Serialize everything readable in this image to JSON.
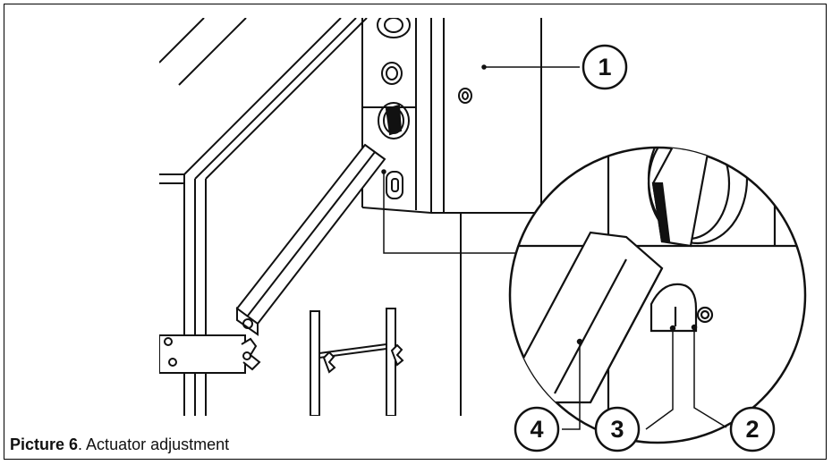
{
  "figure": {
    "caption_label": "Picture 6",
    "caption_text": ". Actuator adjustment"
  },
  "callouts": [
    {
      "number": "1"
    },
    {
      "number": "2"
    },
    {
      "number": "3"
    },
    {
      "number": "4"
    }
  ]
}
